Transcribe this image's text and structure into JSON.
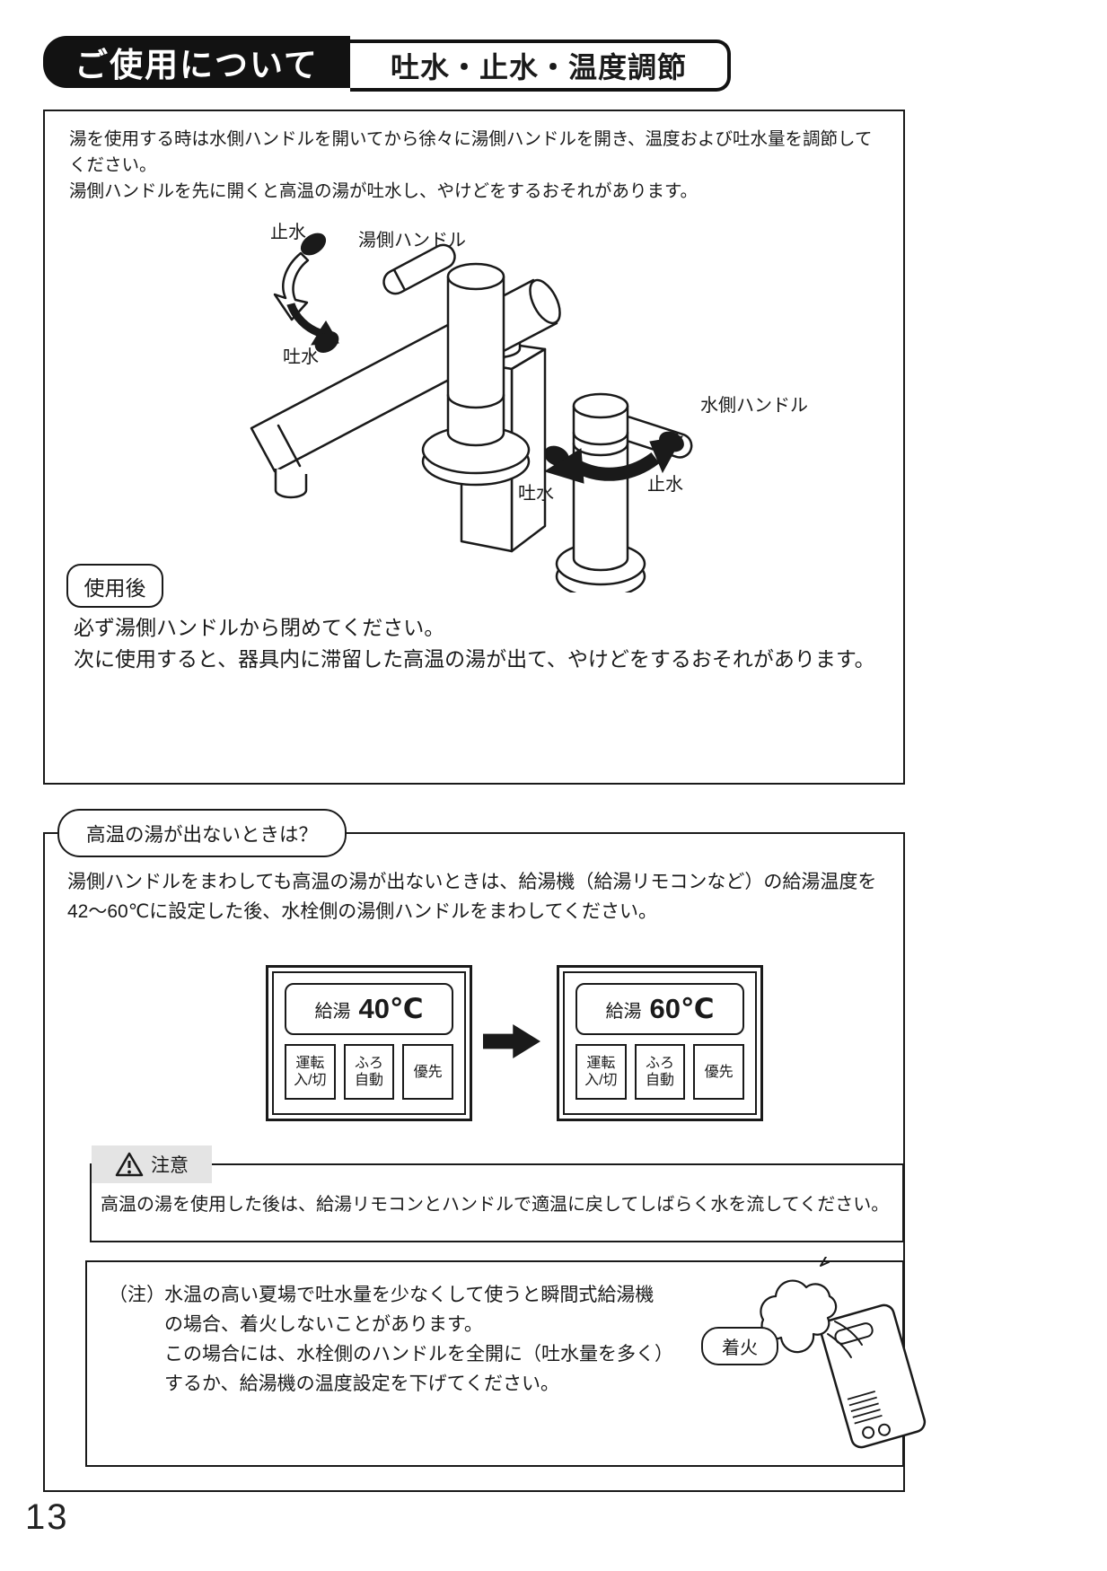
{
  "colors": {
    "ink": "#1a1a1a",
    "banner_bg": "#121212",
    "caution_label_bg": "#e4e4e4"
  },
  "page": {
    "number": "13"
  },
  "header": {
    "title": "ご使用について",
    "subtitle": "吐水・止水・温度調節"
  },
  "usage_box": {
    "intro_line1": "湯を使用する時は水側ハンドルを開いてから徐々に湯側ハンドルを開き、温度および吐水量を調節してください。",
    "intro_line2": "湯側ハンドルを先に開くと高温の湯が吐水し、やけどをするおそれがあります。",
    "diagram_labels": {
      "stop_top": "止水",
      "hot_handle": "湯側ハンドル",
      "flow_left": "吐水",
      "cold_handle": "水側ハンドル",
      "flow_bottom": "吐水",
      "stop_right": "止水"
    },
    "after_use": {
      "label": "使用後",
      "line1": "必ず湯側ハンドルから閉めてください。",
      "line2": "次に使用すると、器具内に滞留した高温の湯が出て、やけどをするおそれがあります。"
    }
  },
  "no_hot_water_box": {
    "label": "高温の湯が出ないときは？",
    "body": "湯側ハンドルをまわしても高温の湯が出ないときは、給湯機（給湯リモコンなど）の給湯温度を42～60℃に設定した後、水栓側の湯側ハンドルをまわしてください。",
    "remote_before": {
      "display_label": "給湯",
      "display_value": "40℃",
      "buttons": [
        {
          "l1": "運転",
          "l2": "入/切"
        },
        {
          "l1": "ふろ",
          "l2": "自動"
        },
        {
          "l1": "優先"
        }
      ]
    },
    "remote_after": {
      "display_label": "給湯",
      "display_value": "60℃",
      "buttons": [
        {
          "l1": "運転",
          "l2": "入/切"
        },
        {
          "l1": "ふろ",
          "l2": "自動"
        },
        {
          "l1": "優先"
        }
      ]
    },
    "caution": {
      "label": "注意",
      "text": "高温の湯を使用した後は、給湯リモコンとハンドルで適温に戻してしばらく水を流してください。"
    },
    "note": {
      "prefix": "（注）",
      "line1": "水温の高い夏場で吐水量を少なくして使うと瞬間式給湯機",
      "line2": "の場合、着火しないことがあります。",
      "line3": "この場合には、水栓側のハンドルを全開に（吐水量を多く）",
      "line4": "するか、給湯機の温度設定を下げてください。",
      "ignition_label": "着火"
    }
  }
}
